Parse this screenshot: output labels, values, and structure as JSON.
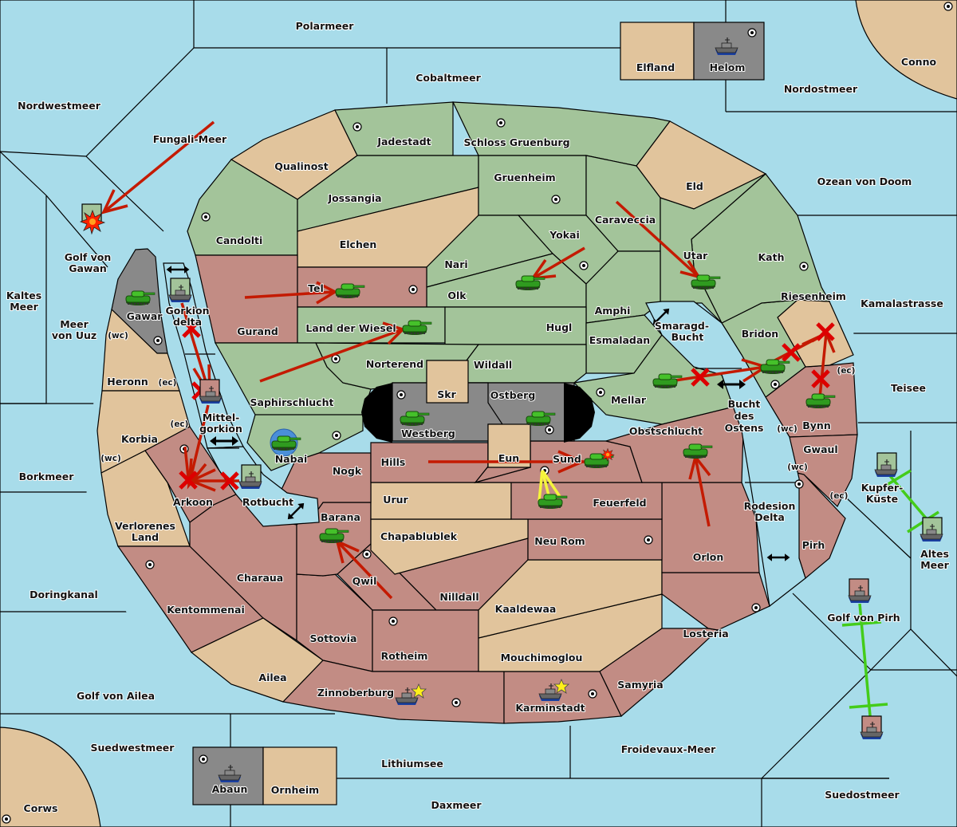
{
  "map": {
    "title": "Diplomacy-style game map",
    "colors": {
      "sea": "#a8dcea",
      "neutral": "#e1c49c",
      "green_power": "#a3c49a",
      "red_power": "#c28c84",
      "grey_power": "#898989",
      "order_arrow": "#c41a00",
      "support_yellow": "#f5f53c",
      "convoy_green": "#44cc1a"
    },
    "sea_regions": {
      "polarmeer": "Polarmeer",
      "cobaltmeer": "Cobaltmeer",
      "nordwestmeer": "Nordwestmeer",
      "fungali_meer": "Fungali-Meer",
      "nordostmeer": "Nordostmeer",
      "ozean_von_doom": "Ozean von Doom",
      "kamalastrasse": "Kamalastrasse",
      "teisee": "Teisee",
      "golf_von_gawan": [
        "Golf von",
        "Gawan"
      ],
      "kaltes_meer": [
        "Kaltes",
        "Meer"
      ],
      "meer_von_uuz": [
        "Meer",
        "von Uuz"
      ],
      "borkmeer": "Borkmeer",
      "doringkanal": "Doringkanal",
      "golf_von_ailea": "Golf von Ailea",
      "suedwestmeer": "Suedwestmeer",
      "lithiumsee": "Lithiumsee",
      "daxmeer": "Daxmeer",
      "froidevaux_meer": "Froidevaux-Meer",
      "suedostmeer": "Suedostmeer",
      "golf_von_pirh": "Golf von Pirh",
      "kupfer_kueste": [
        "Kupfer-",
        "Küste"
      ],
      "altes_meer": [
        "Altes",
        "Meer"
      ],
      "gorkion_delta": [
        "Gorkion",
        "delta"
      ],
      "mittel_gorkion": [
        "Mittel-",
        "gorkion"
      ],
      "rotbucht": "Rotbucht",
      "smaragd_bucht": [
        "Smaragd-",
        "Bucht"
      ],
      "bucht_des_ostens": [
        "Bucht",
        "des",
        "Ostens"
      ],
      "rodesion_delta": [
        "Rodesion",
        "Delta"
      ]
    },
    "land_regions": {
      "elfland": "Elfland",
      "helom": "Helom",
      "conno": "Conno",
      "jadestadt": "Jadestadt",
      "schloss_gruenburg": "Schloss Gruenburg",
      "qualinost": "Qualinost",
      "jossangia": "Jossangia",
      "gruenheim": "Gruenheim",
      "eld": "Eld",
      "caraveccia": "Caraveccia",
      "yokai": "Yokai",
      "candolti": "Candolti",
      "elchen": "Elchen",
      "nari": "Nari",
      "utar": "Utar",
      "kath": "Kath",
      "tel": "Tel",
      "olk": "Olk",
      "gurand": "Gurand",
      "land_der_wiesel": "Land der Wiesel",
      "amphi": "Amphi",
      "hugl": "Hugl",
      "riesenheim": "Riesenheim",
      "bridon": "Bridon",
      "gawar": "Gawar",
      "esmaladan": "Esmaladan",
      "norterend": "Norterend",
      "wildall": "Wildall",
      "heronn": "Heronn",
      "skr": "Skr",
      "ostberg": "Ostberg",
      "mellar": "Mellar",
      "saphirschlucht": "Saphirschlucht",
      "westberg": "Westberg",
      "bynn": "Bynn",
      "obstschlucht": "Obstschlucht",
      "korbia": "Korbia",
      "nabai": "Nabai",
      "eun": "Eun",
      "sund": "Sund",
      "gwaul": "Gwaul",
      "hills": "Hills",
      "nogk": "Nogk",
      "arkoon": "Arkoon",
      "urur": "Urur",
      "feuerfeld": "Feuerfeld",
      "verlorenes_land": [
        "Verlorenes",
        "Land"
      ],
      "barana": "Barana",
      "chapablublek": "Chapablublek",
      "neu_rom": "Neu Rom",
      "orlon": "Orlon",
      "pirh": "Pirh",
      "charaua": "Charaua",
      "qwil": "Qwil",
      "nilldall": "Nilldall",
      "kentommenai": "Kentommenai",
      "kaaldewaa": "Kaaldewaa",
      "losteria": "Losteria",
      "sottovia": "Sottovia",
      "rotheim": "Rotheim",
      "mouchimoglou": "Mouchimoglou",
      "ailea": "Ailea",
      "samyria": "Samyria",
      "zinnoberburg": "Zinnoberburg",
      "karminstadt": "Karminstadt",
      "abaun": "Abaun",
      "ornheim": "Ornheim",
      "corws": "Corws"
    },
    "coast_tags": {
      "wc": "(wc)",
      "ec": "(ec)"
    },
    "units": {
      "army_icon": "tank-icon",
      "fleet_icon": "battleship-icon",
      "dislodged_icon": "explosion-icon",
      "build_icon": "star-icon",
      "failed_icon": "red-x-icon",
      "supply_center_icon": "supply-center-dot-icon",
      "canal_icon": "double-arrow-icon"
    }
  }
}
